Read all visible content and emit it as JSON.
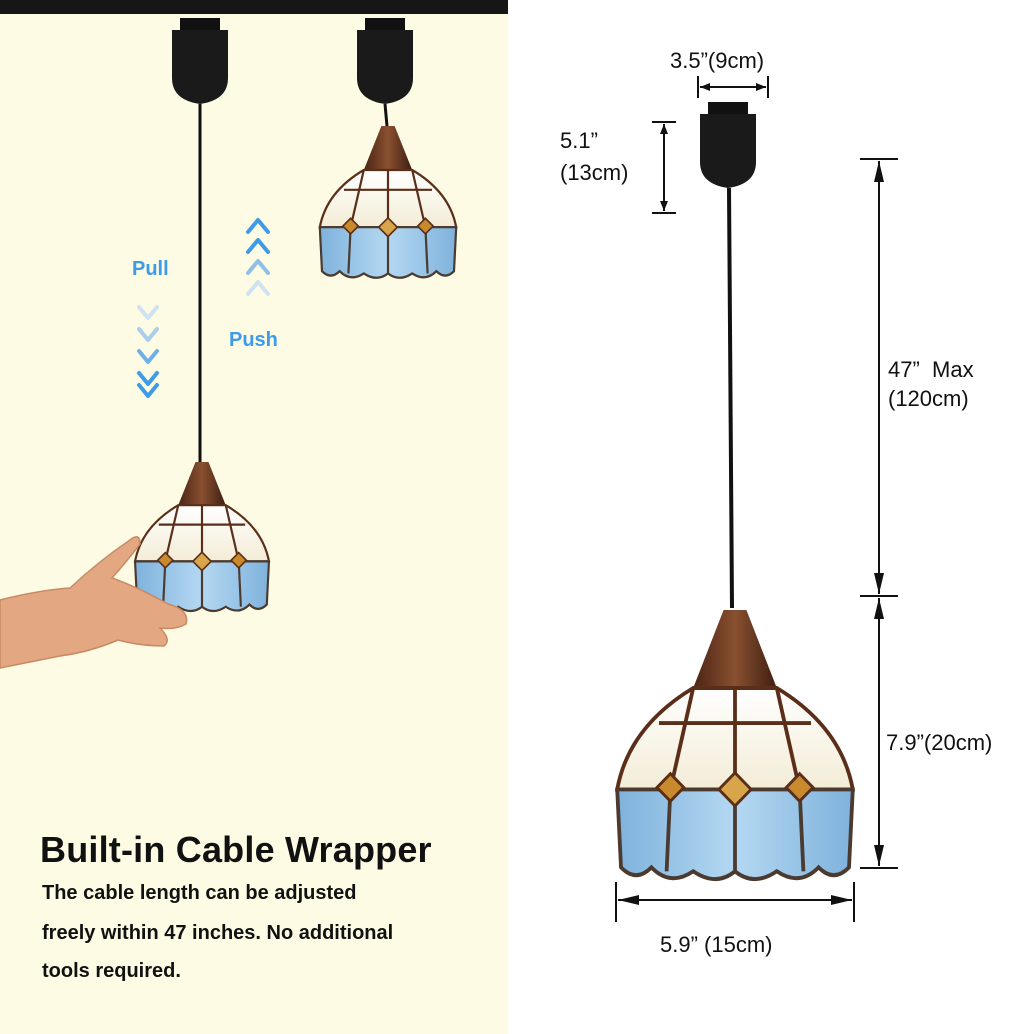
{
  "labels": {
    "pull": "Pull",
    "push": "Push"
  },
  "heading": "Built-in Cable Wrapper",
  "description_lines": [
    "The cable length can be adjusted",
    "freely within 47 inches. No additional",
    "tools required."
  ],
  "dimensions": {
    "canopy_width": "3.5”(9cm)",
    "canopy_height_in": "5.1”",
    "canopy_height_cm": "(13cm)",
    "cord_length_in": "47”  Max",
    "cord_length_cm": "(120cm)",
    "shade_height": "7.9”(20cm)",
    "shade_width": "5.9” (15cm)"
  },
  "colors": {
    "background_left": "#fdfbe3",
    "arrow_blue": "#3d9be8",
    "shade_blue": "#8fc3e6",
    "bronze": "#6b3a22"
  },
  "icons": [
    "pull-down-arrows-icon",
    "push-up-arrows-icon",
    "hand-icon"
  ]
}
